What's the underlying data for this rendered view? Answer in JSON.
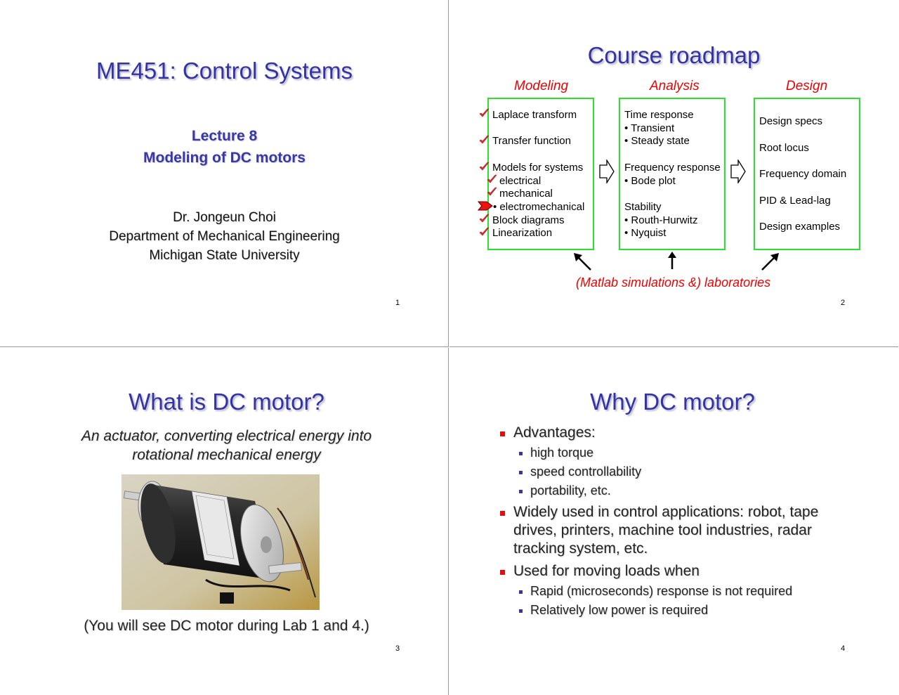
{
  "slide1": {
    "title": "ME451: Control Systems",
    "lecture": "Lecture 8",
    "topic": "Modeling of DC motors",
    "author": "Dr. Jongeun Choi",
    "department": "Department of Mechanical Engineering",
    "university": "Michigan State University",
    "page": "1"
  },
  "slide2": {
    "title": "Course roadmap",
    "headers": {
      "modeling": "Modeling",
      "analysis": "Analysis",
      "design": "Design"
    },
    "modeling_items": [
      "Laplace transform",
      "Transfer function",
      "Models for systems",
      "electrical",
      "mechanical",
      "• electromechanical",
      "Block diagrams",
      "Linearization"
    ],
    "analysis_items": [
      "Time response",
      "• Transient",
      "• Steady state",
      "Frequency response",
      "• Bode plot",
      "Stability",
      "• Routh-Hurwitz",
      "• Nyquist"
    ],
    "design_items": [
      "Design specs",
      "Root locus",
      "Frequency domain",
      "PID & Lead-lag",
      "Design examples"
    ],
    "footer": "(Matlab simulations &) laboratories",
    "page": "2",
    "colors": {
      "box_border": "#2ee02e",
      "header_red": "#e00000",
      "check_red": "#e23030"
    }
  },
  "slide3": {
    "title": "What is DC motor?",
    "desc_line1": "An actuator, converting electrical energy into",
    "desc_line2": "rotational mechanical energy",
    "note": "(You will see DC motor during Lab 1 and 4.)",
    "page": "3"
  },
  "slide4": {
    "title": "Why DC motor?",
    "adv": "Advantages:",
    "adv_items": [
      "high torque",
      "speed controllability",
      "portability, etc."
    ],
    "widely_1": "Widely used in control applications: robot, tape",
    "widely_2": "drives, printers, machine tool industries, radar",
    "widely_3": "tracking system, etc.",
    "used": "Used for moving loads when",
    "used_items": [
      "Rapid (microseconds) response is not required",
      "Relatively low power is required"
    ],
    "page": "4"
  }
}
